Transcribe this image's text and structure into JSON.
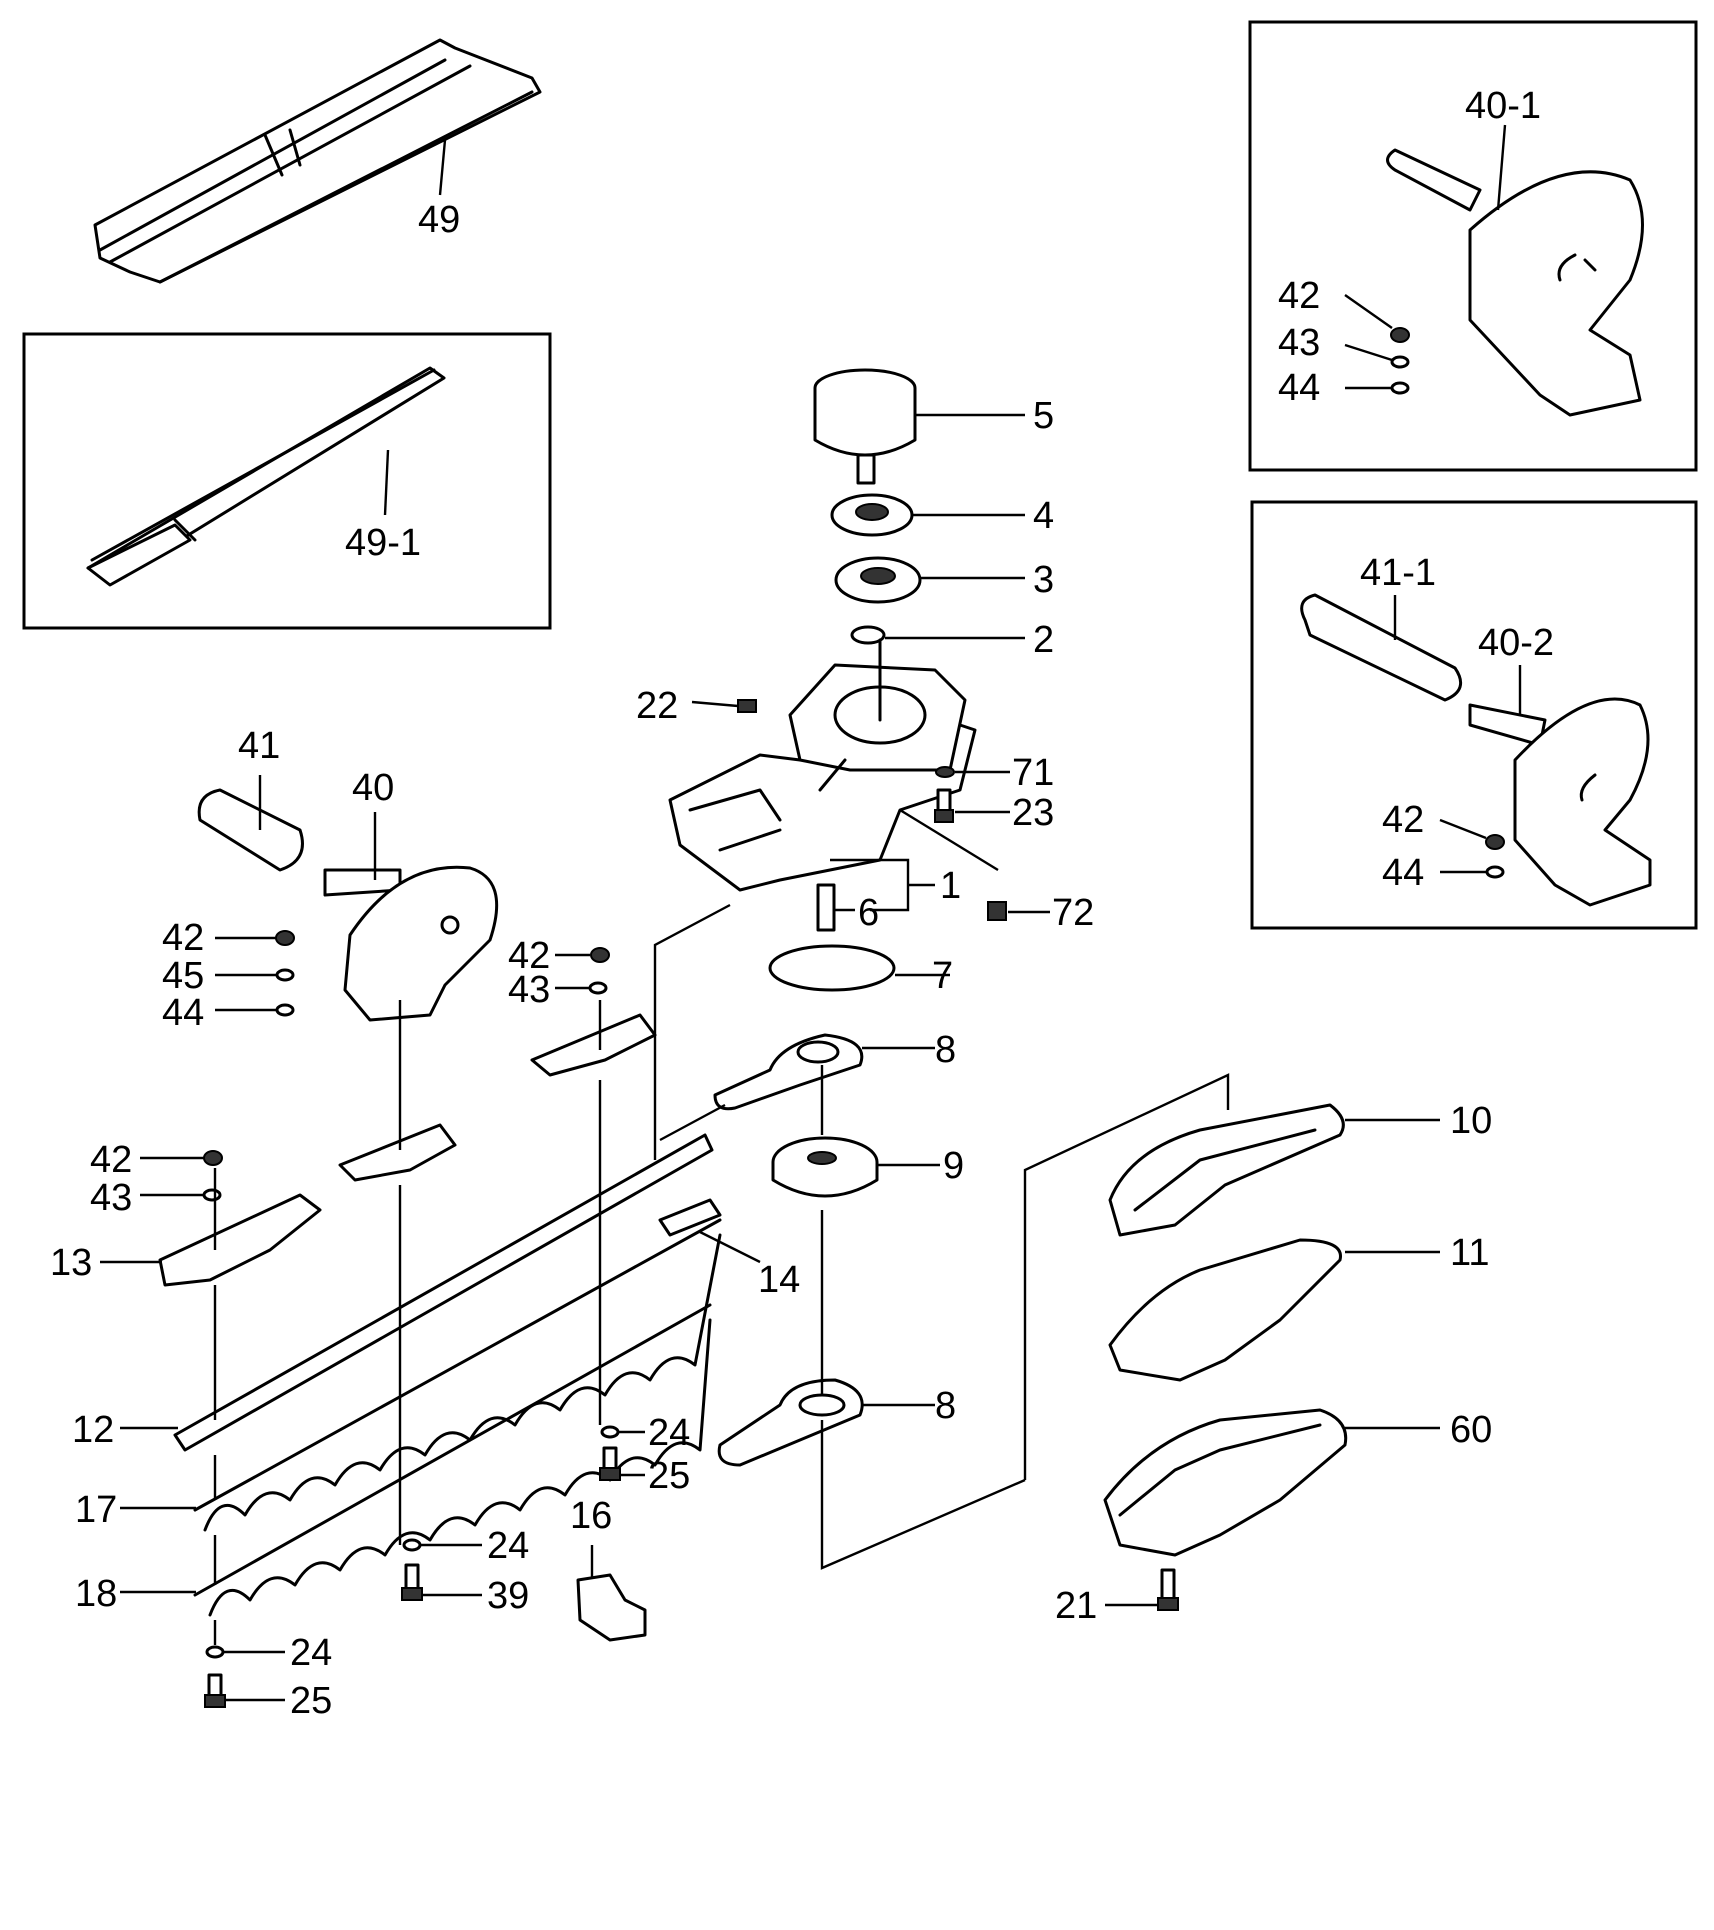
{
  "labels": {
    "p49": "49",
    "p49_1": "49-1",
    "p5": "5",
    "p4": "4",
    "p3": "3",
    "p2": "2",
    "p22": "22",
    "p71": "71",
    "p23": "23",
    "p72": "72",
    "p1": "1",
    "p6": "6",
    "p7": "7",
    "p8a": "8",
    "p8b": "8",
    "p9": "9",
    "p10": "10",
    "p11": "11",
    "p60": "60",
    "p21": "21",
    "p14": "14",
    "p16": "16",
    "p41": "41",
    "p40": "40",
    "p42a": "42",
    "p45": "45",
    "p44a": "44",
    "p42b": "42",
    "p43b": "43",
    "p42c": "42",
    "p43c": "43",
    "p13": "13",
    "p12": "12",
    "p17": "17",
    "p18": "18",
    "p24a": "24",
    "p25a": "25",
    "p24b": "24",
    "p39": "39",
    "p24c": "24",
    "p25b": "25",
    "p40_1": "40-1",
    "p42d": "42",
    "p43d": "43",
    "p44d": "44",
    "p41_1": "41-1",
    "p40_2": "40-2",
    "p42e": "42",
    "p44e": "44"
  }
}
